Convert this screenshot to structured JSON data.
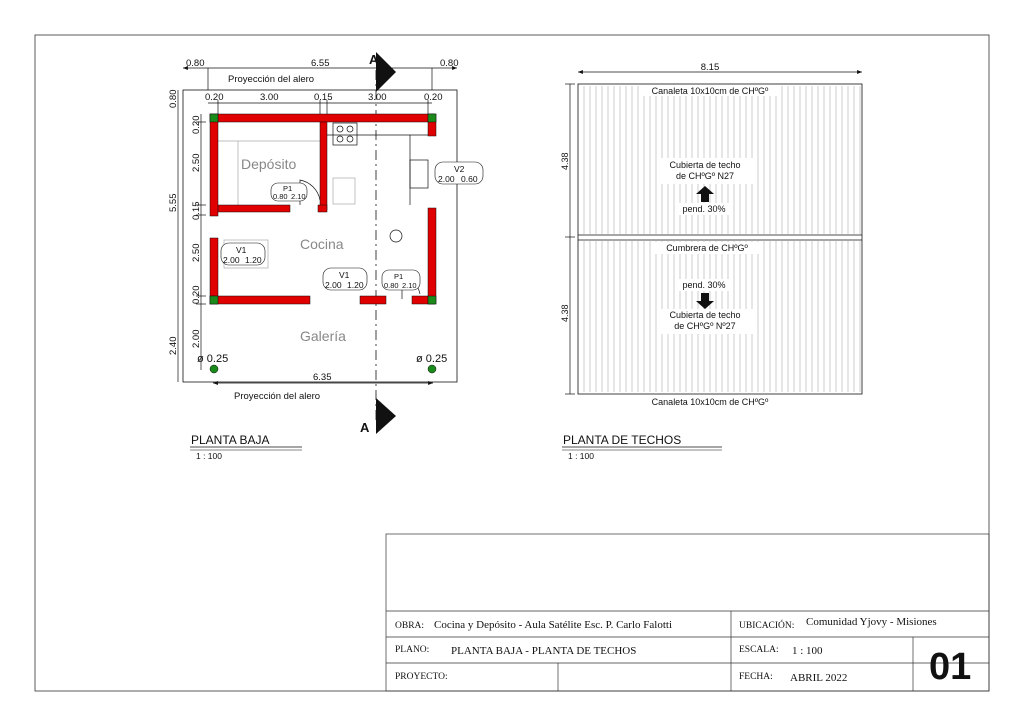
{
  "plan": {
    "dims": {
      "alero_left": "0.80",
      "total_width": "6.55",
      "alero_right": "0.80",
      "wall_left": "0.20",
      "dep_width": "3.00",
      "wall_mid": "0.15",
      "coc_width": "3.00",
      "wall_right": "0.20",
      "alero_top": "0.80",
      "v_wall_top": "0.20",
      "v_dep": "2.50",
      "v_wall_mid": "0.15",
      "v_coc": "2.50",
      "v_wall_bot": "0.20",
      "v_gal": "2.00",
      "overall_height": "5.55",
      "gal_height": "2.40",
      "bottom_width": "6.35"
    },
    "proyeccion_top": "Proyección del alero",
    "proyeccion_bottom": "Proyección del alero",
    "section_mark": "A",
    "rooms": {
      "deposito": "Depósito",
      "cocina": "Cocina",
      "galeria": "Galería"
    },
    "doors": {
      "p1_dep": {
        "id": "P1",
        "w": "0.80",
        "h": "2.10"
      },
      "p1_coc": {
        "id": "P1",
        "w": "0.80",
        "h": "2.10"
      }
    },
    "windows": {
      "v1_left": {
        "id": "V1",
        "w": "2.00",
        "h": "1.20"
      },
      "v1_front": {
        "id": "V1",
        "w": "2.00",
        "h": "1.20"
      },
      "v2": {
        "id": "V2",
        "w": "2.00",
        "h": "0.60"
      }
    },
    "column_left": "ø 0.25",
    "column_right": "ø 0.25",
    "title": "PLANTA BAJA",
    "scale": "1 : 100"
  },
  "roof": {
    "width": "8.15",
    "slope_top_len": "4.38",
    "slope_bottom_len": "4.38",
    "canaleta_top": "Canaleta 10x10cm de CHºGº",
    "cover_top_1": "Cubierta de techo",
    "cover_top_2": "de CHºGº N27",
    "pend_top": "pend. 30%",
    "cumbrera": "Cumbrera de CHºGº",
    "pend_bottom": "pend. 30%",
    "cover_bottom_1": "Cubierta de techo",
    "cover_bottom_2": "de CHºGº Nº27",
    "canaleta_bottom": "Canaleta 10x10cm de CHºGº",
    "title": "PLANTA DE TECHOS",
    "scale": "1 : 100"
  },
  "titleblock": {
    "obra_label": "OBRA:",
    "obra_value": "Cocina y Depósito - Aula Satélite Esc. P. Carlo Falotti",
    "ubicacion_label": "UBICACIÓN:",
    "ubicacion_value": "Comunidad Yjovy - Misiones",
    "plano_label": "PLANO:",
    "plano_value": "PLANTA BAJA - PLANTA DE TECHOS",
    "escala_label": "ESCALA:",
    "escala_value": "1 : 100",
    "proyecto_label": "PROYECTO:",
    "fecha_label": "FECHA:",
    "fecha_value": "ABRIL 2022",
    "sheet_number": "01"
  },
  "colors": {
    "wall": "#e00000",
    "column": "#1a8a1a",
    "line": "#111111"
  }
}
